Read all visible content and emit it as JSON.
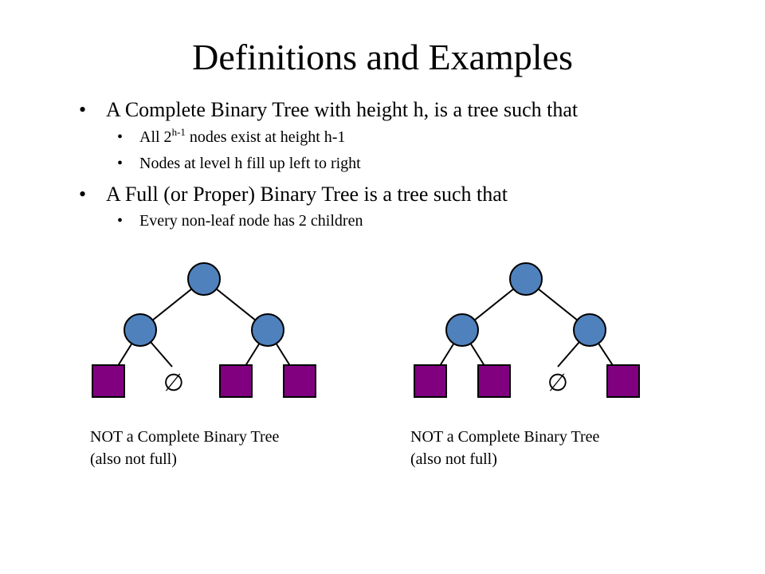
{
  "slide": {
    "title": "Definitions and Examples",
    "bullets": {
      "complete": {
        "text": "A Complete Binary Tree with height h, is a tree such that",
        "sub1": {
          "prefix": "All 2",
          "superscript": "h-1",
          "suffix": " nodes exist at height h-1"
        },
        "sub2": "Nodes at level h fill up left to right"
      },
      "full": {
        "text": "A Full (or Proper) Binary Tree is a tree such that",
        "sub1": "Every non-leaf node has 2 children"
      }
    },
    "bullet_symbol": "•",
    "sub_bullet_symbol": "•"
  },
  "examples": [
    {
      "empty_symbol": "∅",
      "caption_line1": "NOT a Complete Binary Tree",
      "caption_line2": "(also not full)"
    },
    {
      "empty_symbol": "∅",
      "caption_line1": "NOT a Complete Binary Tree",
      "caption_line2": "(also not full)"
    }
  ],
  "colors": {
    "internal_node_fill": "#4f81bd",
    "leaf_fill": "#800080",
    "stroke": "#000000"
  }
}
